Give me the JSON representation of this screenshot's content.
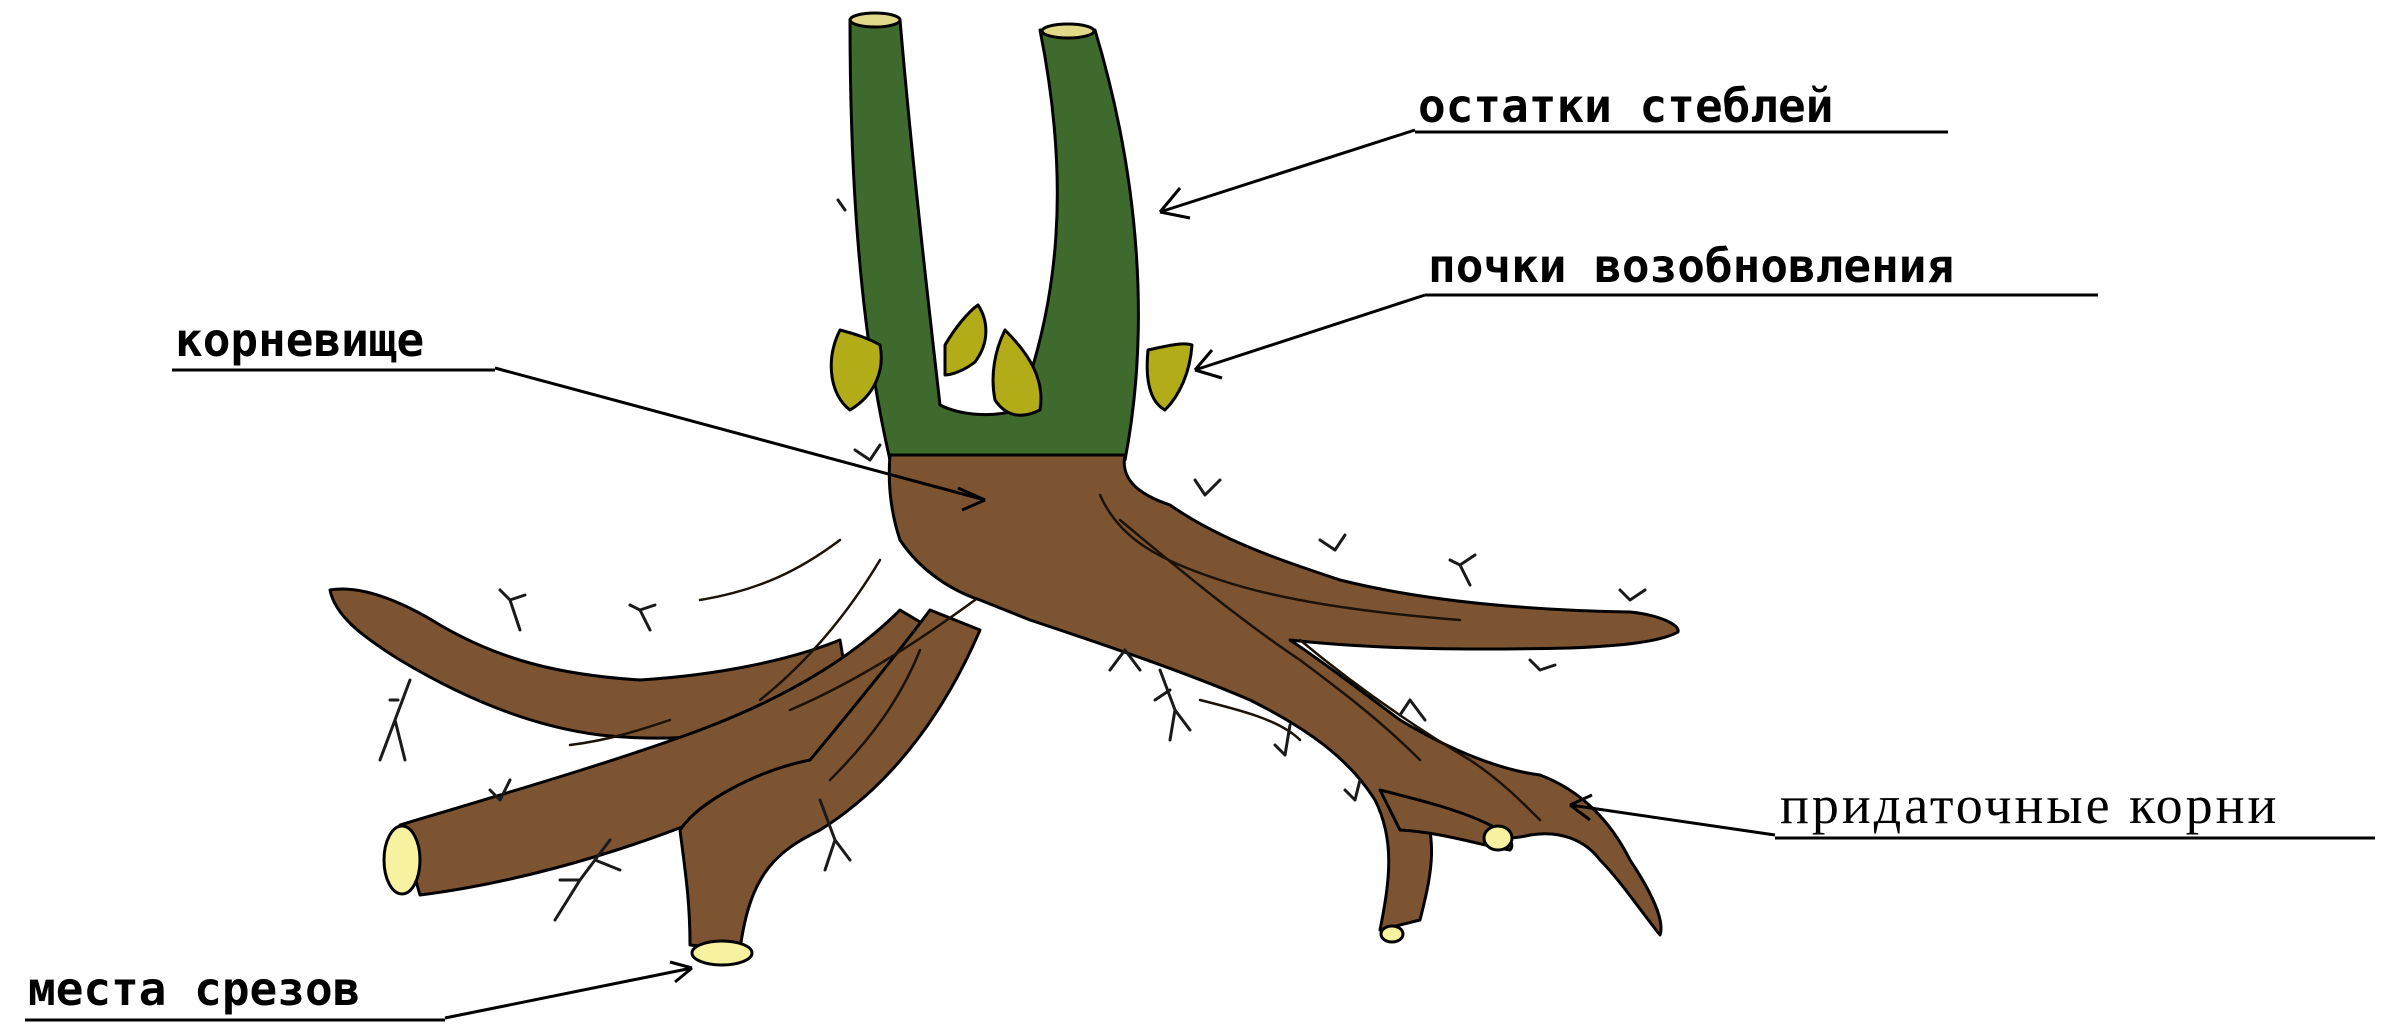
{
  "colors": {
    "background": "#ffffff",
    "rhizome": "#7d5432",
    "stem": "#3f6a2e",
    "bud": "#b2ac18",
    "cut": "#f7f2a0",
    "outline": "#000000"
  },
  "labels": {
    "stem_remains": "остатки стеблей",
    "renewal_buds": "почки возобновления",
    "rhizome": "корневище",
    "adventitious_roots": "придаточные корни",
    "cut_places": "места срезов"
  }
}
